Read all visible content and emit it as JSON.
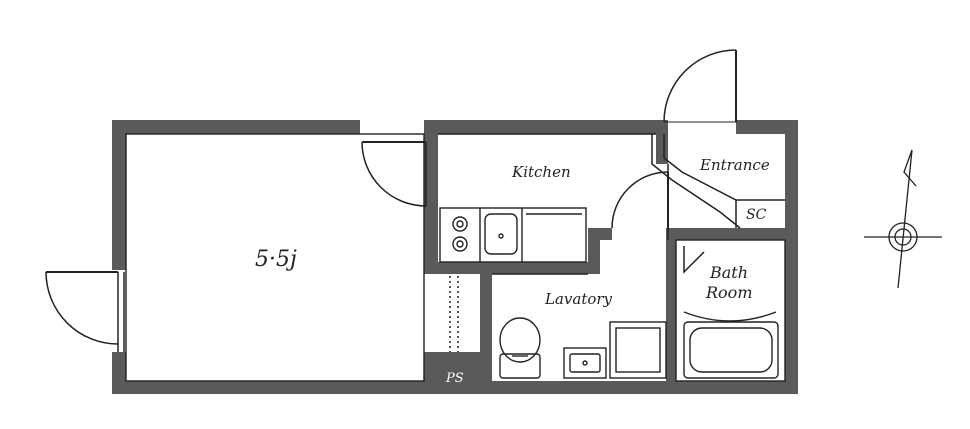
{
  "floorplan": {
    "rooms": {
      "main_room": "5·5j",
      "kitchen": "Kitchen",
      "entrance": "Entrance",
      "sc": "SC",
      "bath_line1": "Bath",
      "bath_line2": "Room",
      "lavatory": "Lavatory",
      "ps": "PS"
    },
    "icons": {
      "compass": "north-arrow-compass-icon",
      "stove": "two-burner-stove-icon",
      "kitchen_sink": "kitchen-sink-icon",
      "toilet": "toilet-icon",
      "wash_basin": "wash-basin-icon",
      "bathtub": "bathtub-icon"
    },
    "colors": {
      "wall": "#5a5a5a",
      "line": "#222222",
      "background": "#ffffff"
    }
  }
}
